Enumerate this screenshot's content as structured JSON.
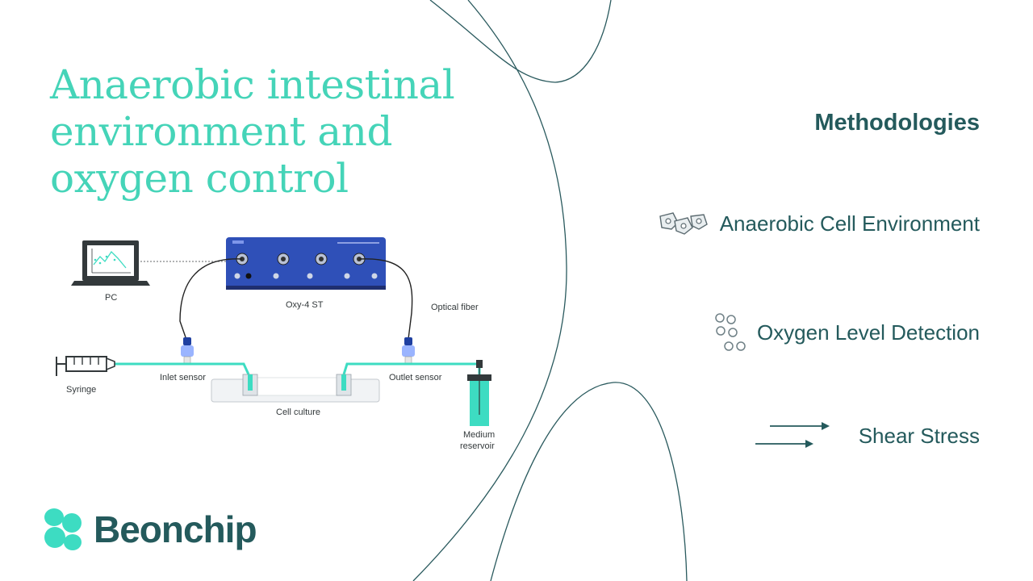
{
  "title": {
    "lines": [
      "Anaerobic intestinal",
      "environment and",
      "oxygen control"
    ]
  },
  "diagram": {
    "labels": {
      "pc": "PC",
      "device": "Oxy-4 ST",
      "optical_fiber": "Optical fiber",
      "syringe": "Syringe",
      "inlet_sensor": "Inlet sensor",
      "outlet_sensor": "Outlet sensor",
      "cell_culture": "Cell culture",
      "medium": "Medium",
      "reservoir": "reservoir"
    },
    "colors": {
      "device_blue": "#2f50b8",
      "tube_teal": "#3ddcc2",
      "dark": "#33393b"
    }
  },
  "methodologies": {
    "heading": "Methodologies",
    "items": [
      {
        "label": "Anaerobic Cell Environment",
        "icon": "cells-icon"
      },
      {
        "label": "Oxygen Level Detection",
        "icon": "oxygen-bubbles-icon"
      },
      {
        "label": "Shear Stress",
        "icon": "shear-arrows-icon"
      }
    ]
  },
  "logo": {
    "text": "Beonchip",
    "icon": "beonchip-logo-icon"
  },
  "theme": {
    "accent": "#45d4b8",
    "dark_teal": "#245a5c"
  }
}
